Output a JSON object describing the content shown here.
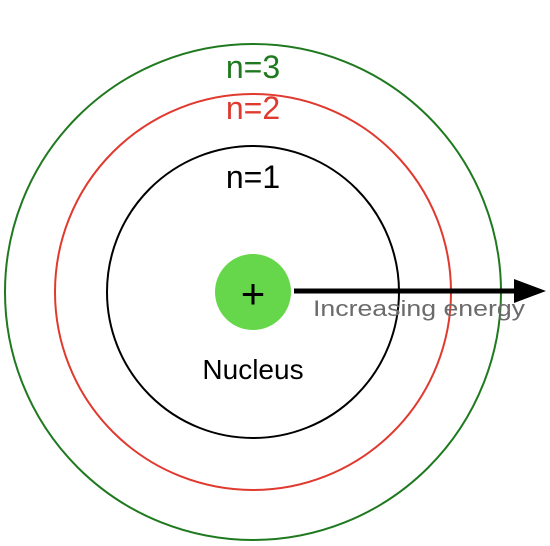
{
  "shells": [
    {
      "label": "n=3",
      "color": "#1f7a1f"
    },
    {
      "label": "n=2",
      "color": "#e03a2f"
    },
    {
      "label": "n=1",
      "color": "#000000"
    }
  ],
  "nucleus": {
    "symbol": "+",
    "label": "Nucleus",
    "color": "#66d64a"
  },
  "energy_arrow": {
    "label": "Increasing energy",
    "color": "#000000",
    "label_color": "#6b6b6b"
  }
}
